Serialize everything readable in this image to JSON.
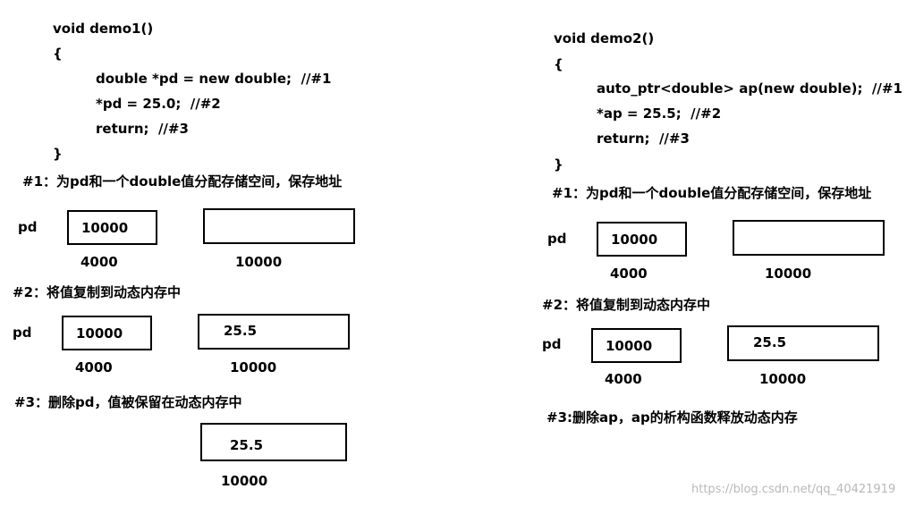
{
  "demo1": {
    "code": [
      "void demo1()",
      "{",
      "double *pd = new double;  //#1",
      "*pd = 25.0;  //#2",
      "return;  //#3",
      "}"
    ],
    "step1": "#1：为pd和一个double值分配存储空间，保存地址",
    "step2": "#2：将值复制到动态内存中",
    "step3": "#3：删除pd，值被保留在动态内存中",
    "var_label": "pd",
    "ptr_value": "10000",
    "ptr_addr": "4000",
    "heap_value": "25.5",
    "heap_addr": "10000"
  },
  "demo2": {
    "code": [
      "void demo2()",
      "{",
      "auto_ptr<double> ap(new double);  //#1",
      "*ap = 25.5;  //#2",
      "return;  //#3",
      "}"
    ],
    "step1": "#1：为pd和一个double值分配存储空间，保存地址",
    "step2": "#2：将值复制到动态内存中",
    "step3": "#3:删除ap，ap的析构函数释放动态内存",
    "var_label": "pd",
    "ptr_value": "10000",
    "ptr_addr": "4000",
    "heap_value": "25.5",
    "heap_addr": "10000"
  },
  "watermark": "https://blog.csdn.net/qq_40421919"
}
